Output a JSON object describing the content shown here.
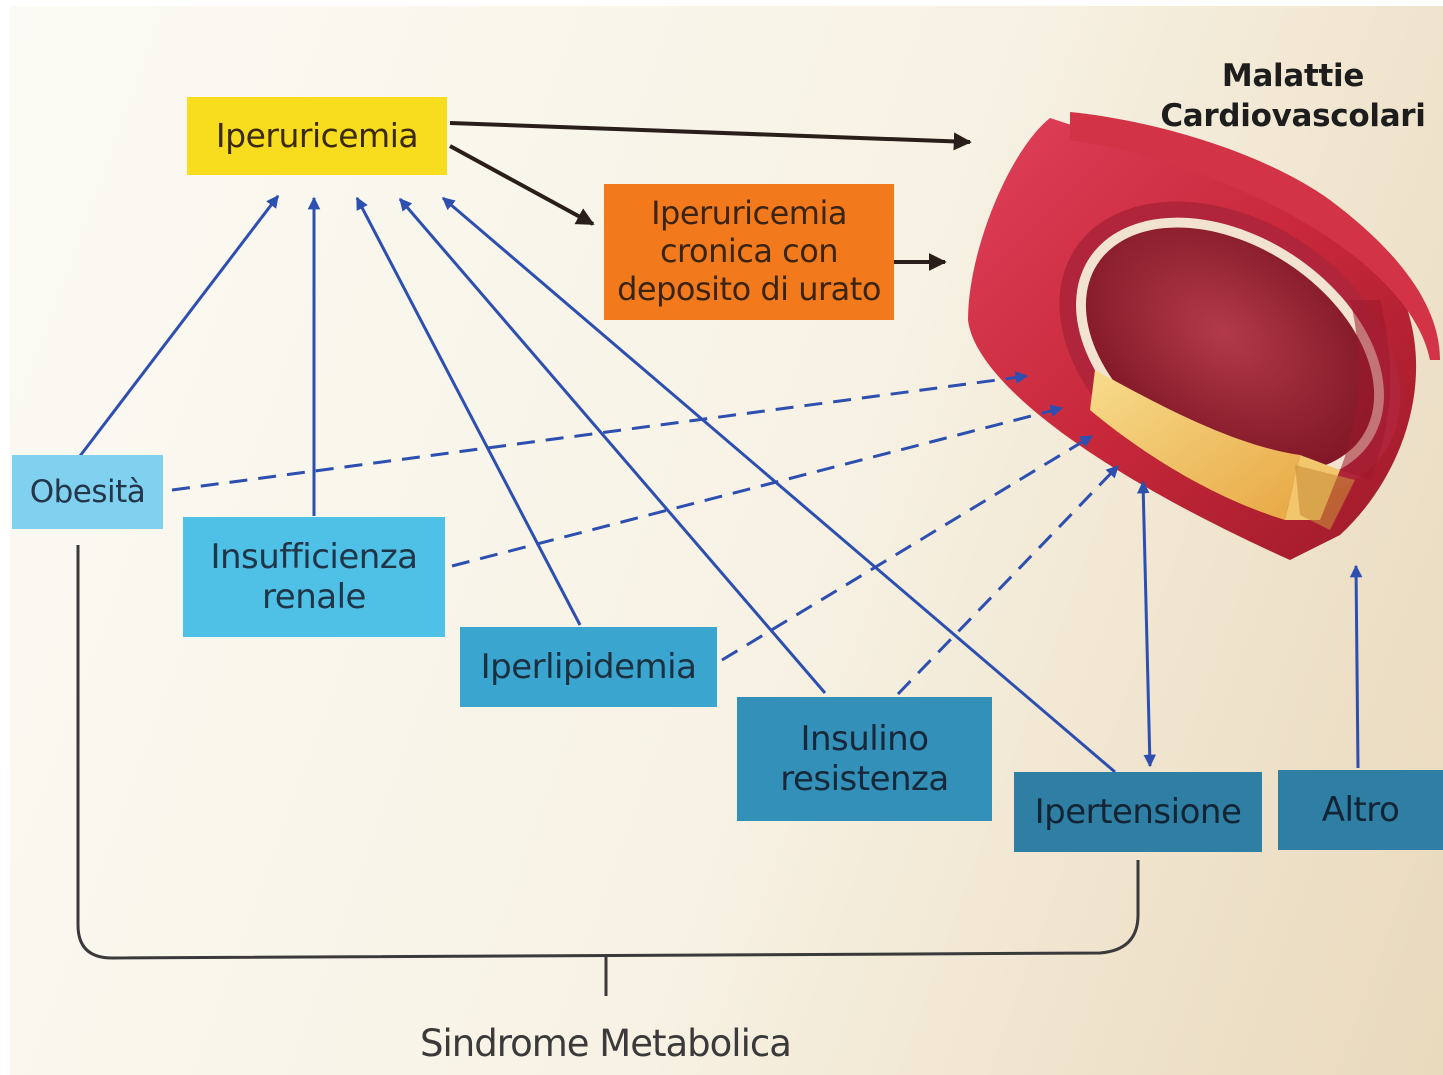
{
  "title": {
    "line1": "Malattie",
    "line2": "Cardiovascolari"
  },
  "nodes": {
    "iperuricemia": "Iperuricemia",
    "cronica": {
      "line1": "Iperuricemia",
      "line2": "cronica con",
      "line3": "deposito di urato"
    },
    "obesita": "Obesità",
    "insufficienza": {
      "line1": "Insufficienza",
      "line2": "renale"
    },
    "iperlipidemia": "Iperlipidemia",
    "insulino": {
      "line1": "Insulino",
      "line2": "resistenza"
    },
    "ipertensione": "Ipertensione",
    "altro": "Altro"
  },
  "footer": {
    "label": "Sindrome Metabolica"
  },
  "colors": {
    "yellow_box": "#f8dc1e",
    "orange_box": "#f27a1c",
    "blue_arrow": "#2d4fb0",
    "black_arrow": "#2a1e1a",
    "vessel_red": "#c8283a",
    "plaque": "#f2c66a"
  }
}
